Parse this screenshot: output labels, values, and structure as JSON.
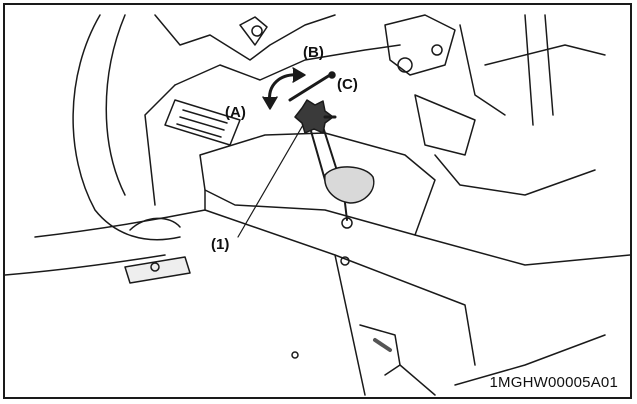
{
  "callouts": {
    "a": "(A)",
    "b": "(B)",
    "c": "(C)",
    "one": "(1)"
  },
  "figure_code": "1MGHW00005A01",
  "colors": {
    "line": "#1a1a1a",
    "shade": "#d9d9d9",
    "knob": "#3a3a3a"
  }
}
